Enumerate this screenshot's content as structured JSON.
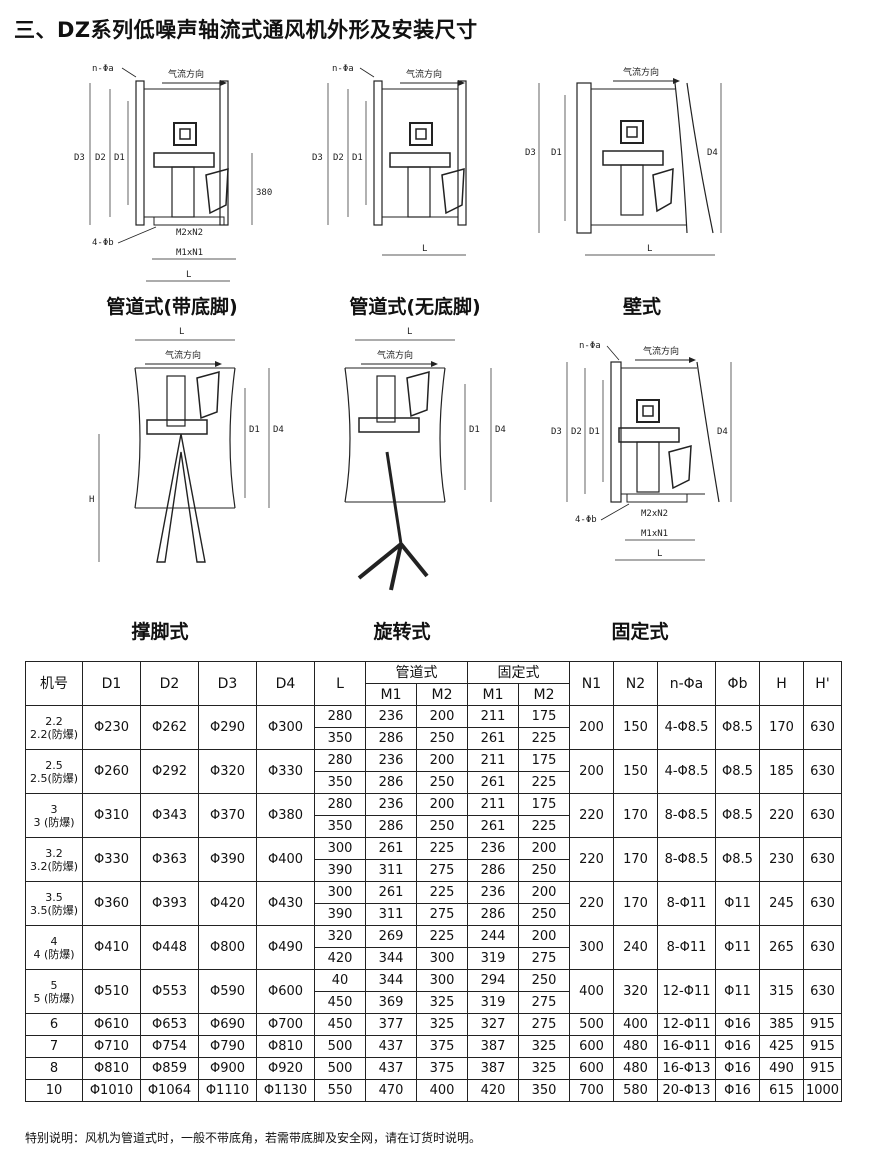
{
  "title": "三、DZ系列低噪声轴流式通风机外形及安装尺寸",
  "diagram_labels": {
    "duct_with_base": "管道式(带底脚)",
    "duct_without_base": "管道式(无底脚)",
    "wall": "壁式",
    "stand": "撑脚式",
    "rotary": "旋转式",
    "fixed": "固定式"
  },
  "dims": {
    "airflow": "气流方向",
    "n_phi_a": "n-Φa",
    "four_phi_b": "4-Φb",
    "m2n2": "M2xN2",
    "m1n1": "M1xN1",
    "d1": "D1",
    "d2": "D2",
    "d3": "D3",
    "d4": "D4",
    "l": "L",
    "h": "H",
    "h380": "380"
  },
  "table": {
    "headers": {
      "model": "机号",
      "d1": "D1",
      "d2": "D2",
      "d3": "D3",
      "d4": "D4",
      "l": "L",
      "duct": "管道式",
      "fixed": "固定式",
      "m1": "M1",
      "m2": "M2",
      "n1": "N1",
      "n2": "N2",
      "n_phi_a": "n-Φa",
      "phi_b": "Φb",
      "h": "H",
      "h_prime": "H'"
    },
    "groups": [
      {
        "model": [
          "2.2",
          "2.2(防爆)"
        ],
        "d1": "Φ230",
        "d2": "Φ262",
        "d3": "Φ290",
        "d4": "Φ300",
        "rows": [
          [
            "280",
            "236",
            "200",
            "211",
            "175"
          ],
          [
            "350",
            "286",
            "250",
            "261",
            "225"
          ]
        ],
        "n1": "200",
        "n2": "150",
        "na": "4-Φ8.5",
        "b": "Φ8.5",
        "h": "170",
        "hp": "630"
      },
      {
        "model": [
          "2.5",
          "2.5(防爆)"
        ],
        "d1": "Φ260",
        "d2": "Φ292",
        "d3": "Φ320",
        "d4": "Φ330",
        "rows": [
          [
            "280",
            "236",
            "200",
            "211",
            "175"
          ],
          [
            "350",
            "286",
            "250",
            "261",
            "225"
          ]
        ],
        "n1": "200",
        "n2": "150",
        "na": "4-Φ8.5",
        "b": "Φ8.5",
        "h": "185",
        "hp": "630"
      },
      {
        "model": [
          "3",
          "3 (防爆)"
        ],
        "d1": "Φ310",
        "d2": "Φ343",
        "d3": "Φ370",
        "d4": "Φ380",
        "rows": [
          [
            "280",
            "236",
            "200",
            "211",
            "175"
          ],
          [
            "350",
            "286",
            "250",
            "261",
            "225"
          ]
        ],
        "n1": "220",
        "n2": "170",
        "na": "8-Φ8.5",
        "b": "Φ8.5",
        "h": "220",
        "hp": "630"
      },
      {
        "model": [
          "3.2",
          "3.2(防爆)"
        ],
        "d1": "Φ330",
        "d2": "Φ363",
        "d3": "Φ390",
        "d4": "Φ400",
        "rows": [
          [
            "300",
            "261",
            "225",
            "236",
            "200"
          ],
          [
            "390",
            "311",
            "275",
            "286",
            "250"
          ]
        ],
        "n1": "220",
        "n2": "170",
        "na": "8-Φ8.5",
        "b": "Φ8.5",
        "h": "230",
        "hp": "630"
      },
      {
        "model": [
          "3.5",
          "3.5(防爆)"
        ],
        "d1": "Φ360",
        "d2": "Φ393",
        "d3": "Φ420",
        "d4": "Φ430",
        "rows": [
          [
            "300",
            "261",
            "225",
            "236",
            "200"
          ],
          [
            "390",
            "311",
            "275",
            "286",
            "250"
          ]
        ],
        "n1": "220",
        "n2": "170",
        "na": "8-Φ11",
        "b": "Φ11",
        "h": "245",
        "hp": "630"
      },
      {
        "model": [
          "4",
          "4 (防爆)"
        ],
        "d1": "Φ410",
        "d2": "Φ448",
        "d3": "Φ800",
        "d4": "Φ490",
        "rows": [
          [
            "320",
            "269",
            "225",
            "244",
            "200"
          ],
          [
            "420",
            "344",
            "300",
            "319",
            "275"
          ]
        ],
        "n1": "300",
        "n2": "240",
        "na": "8-Φ11",
        "b": "Φ11",
        "h": "265",
        "hp": "630"
      },
      {
        "model": [
          "5",
          "5 (防爆)"
        ],
        "d1": "Φ510",
        "d2": "Φ553",
        "d3": "Φ590",
        "d4": "Φ600",
        "rows": [
          [
            "40",
            "344",
            "300",
            "294",
            "250"
          ],
          [
            "450",
            "369",
            "325",
            "319",
            "275"
          ]
        ],
        "n1": "400",
        "n2": "320",
        "na": "12-Φ11",
        "b": "Φ11",
        "h": "315",
        "hp": "630"
      },
      {
        "model": [
          "6"
        ],
        "d1": "Φ610",
        "d2": "Φ653",
        "d3": "Φ690",
        "d4": "Φ700",
        "rows": [
          [
            "450",
            "377",
            "325",
            "327",
            "275"
          ]
        ],
        "n1": "500",
        "n2": "400",
        "na": "12-Φ11",
        "b": "Φ16",
        "h": "385",
        "hp": "915"
      },
      {
        "model": [
          "7"
        ],
        "d1": "Φ710",
        "d2": "Φ754",
        "d3": "Φ790",
        "d4": "Φ810",
        "rows": [
          [
            "500",
            "437",
            "375",
            "387",
            "325"
          ]
        ],
        "n1": "600",
        "n2": "480",
        "na": "16-Φ11",
        "b": "Φ16",
        "h": "425",
        "hp": "915"
      },
      {
        "model": [
          "8"
        ],
        "d1": "Φ810",
        "d2": "Φ859",
        "d3": "Φ900",
        "d4": "Φ920",
        "rows": [
          [
            "500",
            "437",
            "375",
            "387",
            "325"
          ]
        ],
        "n1": "600",
        "n2": "480",
        "na": "16-Φ13",
        "b": "Φ16",
        "h": "490",
        "hp": "915"
      },
      {
        "model": [
          "10"
        ],
        "d1": "Φ1010",
        "d2": "Φ1064",
        "d3": "Φ1110",
        "d4": "Φ1130",
        "rows": [
          [
            "550",
            "470",
            "400",
            "420",
            "350"
          ]
        ],
        "n1": "700",
        "n2": "580",
        "na": "20-Φ13",
        "b": "Φ16",
        "h": "615",
        "hp": "1000"
      }
    ]
  },
  "note": "特别说明：风机为管道式时，一般不带底角，若需带底脚及安全网，请在订货时说明。"
}
